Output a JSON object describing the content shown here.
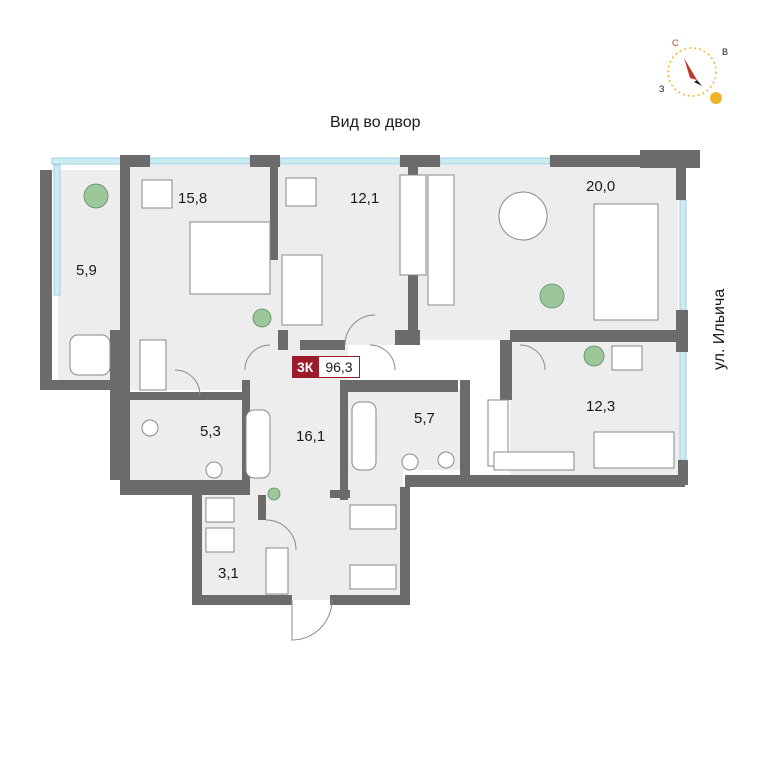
{
  "header": {
    "view_caption": "Вид во двор",
    "street_caption": "ул. Ильича"
  },
  "compass": {
    "north": "С",
    "east": "В",
    "west": "З",
    "accent_north": "#c0392b",
    "accent_sun": "#f0b429"
  },
  "apartment": {
    "type": "3К",
    "total_area": "96,3",
    "badge_color": "#9b1b2a"
  },
  "rooms": {
    "balcony_left": "5,9",
    "bedroom_1": "15,8",
    "bedroom_2": "12,1",
    "living_kitchen": "20,0",
    "bedroom_3": "12,3",
    "bathroom_1": "5,3",
    "hallway": "16,1",
    "bathroom_2": "5,7",
    "storage": "3,1"
  },
  "colors": {
    "wall": "#6b6b6b",
    "floor": "#ededed",
    "window": "#bfe3ee",
    "plant": "#9bc79b"
  }
}
